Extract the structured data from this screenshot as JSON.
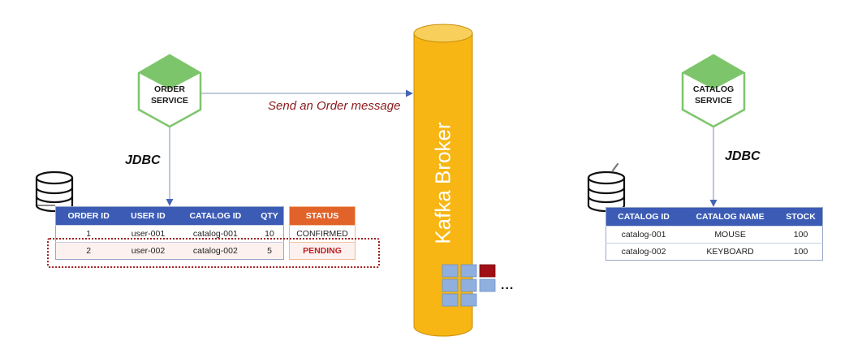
{
  "order_service": {
    "label_line1": "ORDER",
    "label_line2": "SERVICE",
    "jdbc_label": "JDBC"
  },
  "message_arrow": {
    "label": "Send an Order message"
  },
  "kafka": {
    "label": "Kafka Broker",
    "ellipsis": "..."
  },
  "catalog_service": {
    "label_line1": "CATALOG",
    "label_line2": "SERVICE",
    "jdbc_label": "JDBC"
  },
  "order_table": {
    "headers": [
      "ORDER ID",
      "USER ID",
      "CATALOG ID",
      "QTY"
    ],
    "rows": [
      [
        "1",
        "user-001",
        "catalog-001",
        "10"
      ],
      [
        "2",
        "user-002",
        "catalog-002",
        "5"
      ]
    ]
  },
  "status_table": {
    "header": "STATUS",
    "rows": [
      "CONFIRMED",
      "PENDING"
    ]
  },
  "catalog_table": {
    "headers": [
      "CATALOG ID",
      "CATALOG NAME",
      "STOCK"
    ],
    "rows": [
      [
        "catalog-001",
        "MOUSE",
        "100"
      ],
      [
        "catalog-002",
        "KEYBOARD",
        "100"
      ]
    ]
  },
  "colors": {
    "hex_green": "#7dc56b",
    "table_header_blue": "#3b5bb5",
    "status_header_orange": "#e2632a",
    "kafka_yellow": "#f7b614",
    "pending_red": "#c0202a",
    "message_red": "#8b1a1a",
    "queue_blue": "#8fb0df",
    "queue_red": "#a00f16"
  }
}
